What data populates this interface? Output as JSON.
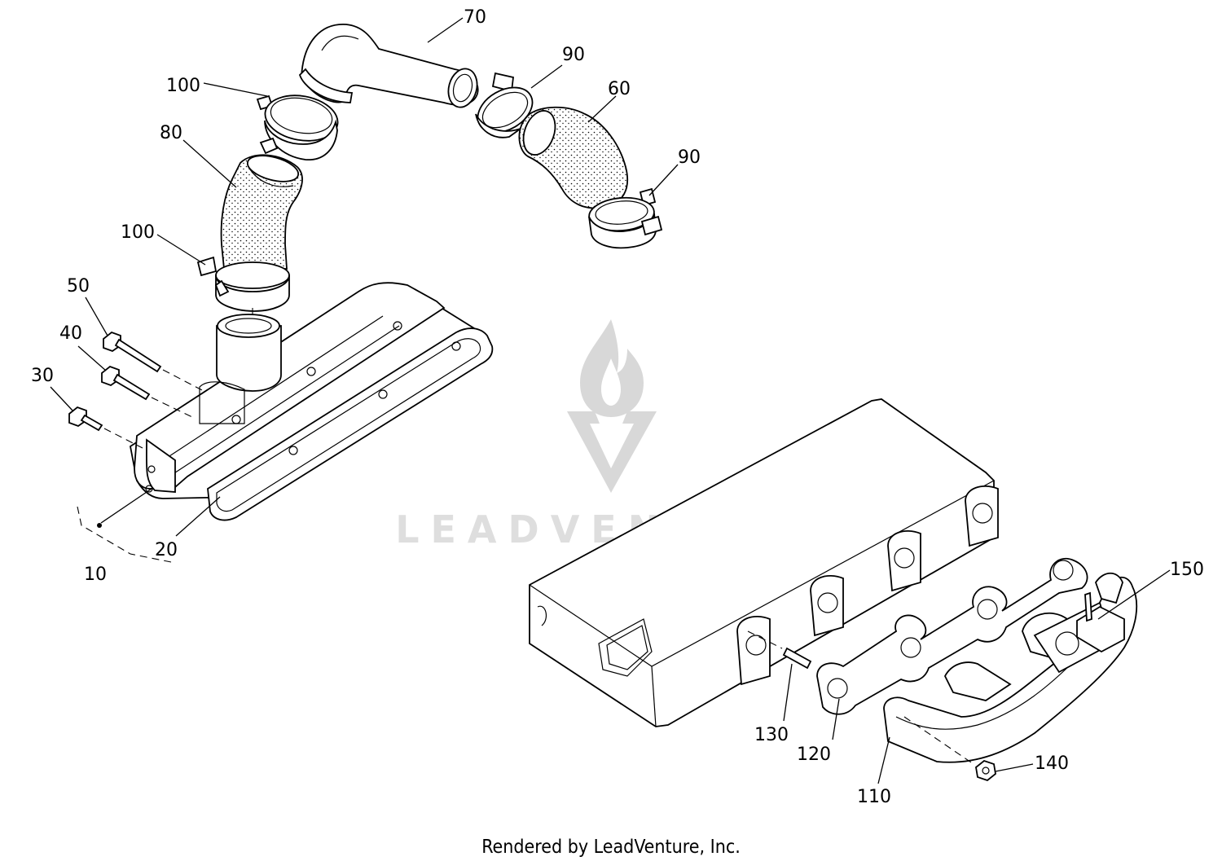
{
  "watermark": {
    "brand_text": "LEADVENTURE"
  },
  "callouts": {
    "p10": "10",
    "p20": "20",
    "p30": "30",
    "p40": "40",
    "p50": "50",
    "p60": "60",
    "p70": "70",
    "p80": "80",
    "p90a": "90",
    "p90b": "90",
    "p100a": "100",
    "p100b": "100",
    "p110": "110",
    "p120": "120",
    "p130": "130",
    "p140": "140",
    "p150": "150"
  },
  "footer": {
    "credit": "Rendered by LeadVenture, Inc."
  }
}
